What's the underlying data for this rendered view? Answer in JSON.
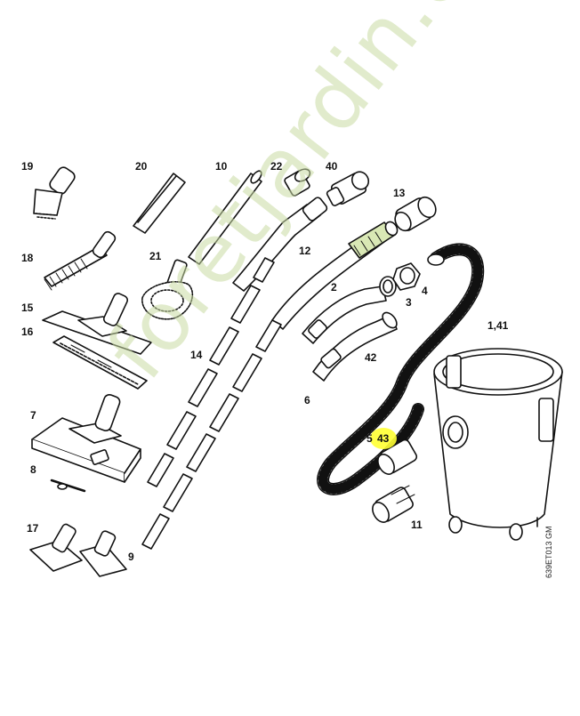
{
  "labels": {
    "p19": "19",
    "p20": "20",
    "p10": "10",
    "p22": "22",
    "p40": "40",
    "p13": "13",
    "p18": "18",
    "p21": "21",
    "p12": "12",
    "p2": "2",
    "p4": "4",
    "p3": "3",
    "p15": "15",
    "p16": "16",
    "p141": "1,41",
    "p14": "14",
    "p42": "42",
    "p6": "6",
    "p7": "7",
    "p5": "5",
    "p43": "43",
    "p8": "8",
    "p11": "11",
    "p17": "17",
    "p9": "9"
  },
  "drawing_code": "639ET013 GM",
  "watermark": "foretjardin.com",
  "colors": {
    "line": "#111111",
    "watermark": "#c9dba4",
    "highlight": "#ffff33",
    "hose_green": "#d9e8b5"
  }
}
